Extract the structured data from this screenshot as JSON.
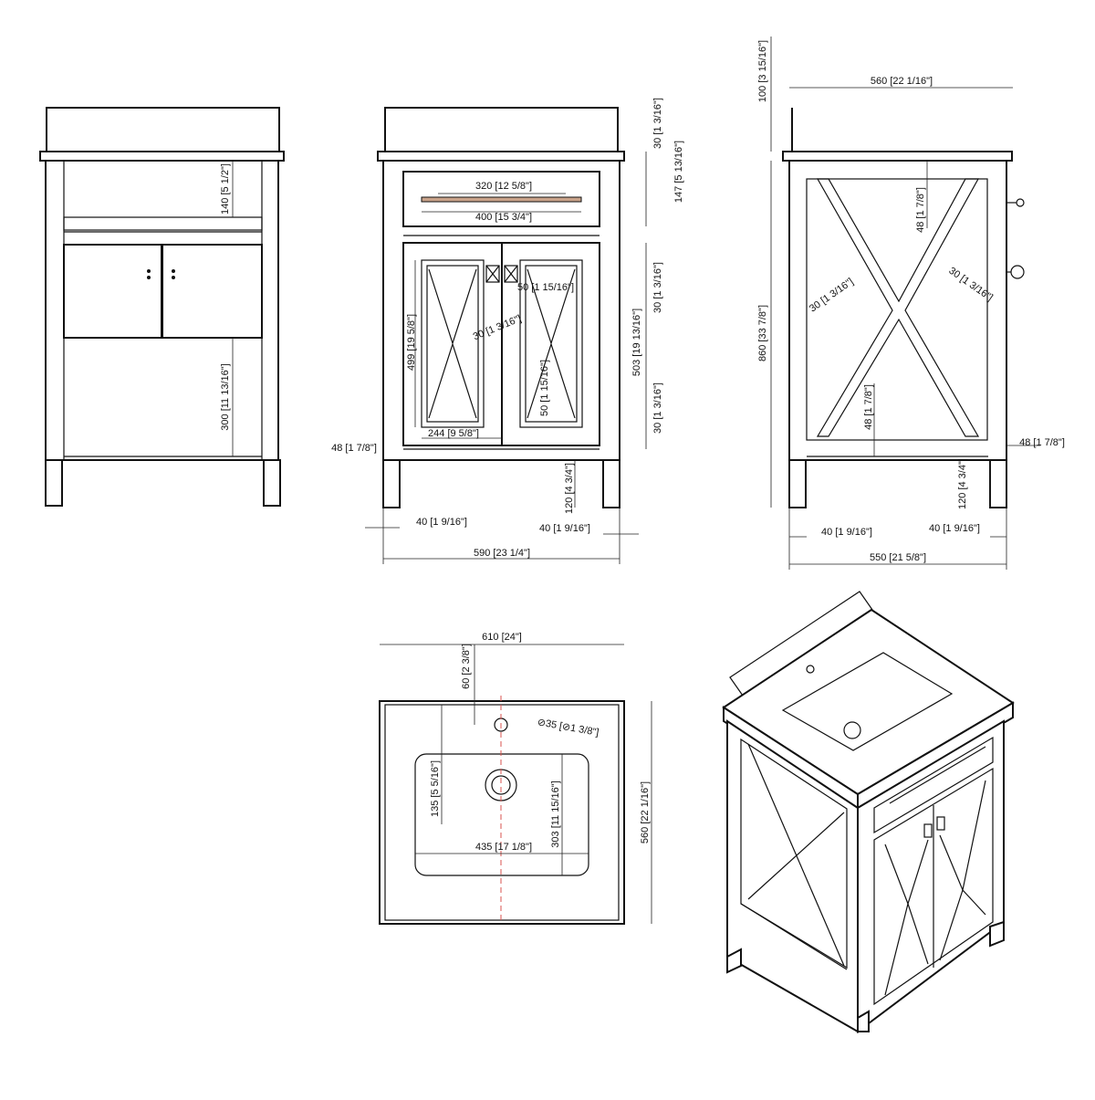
{
  "views": {
    "side_left": {
      "dims": [
        "140 [5 1/2\"]",
        "300 [11 13/16\"]"
      ]
    },
    "front": {
      "dims": [
        "30 [1 3/16\"]",
        "147 [5 13/16\"]",
        "320 [12 5/8\"]",
        "400 [15 3/4\"]",
        "30 [1 3/16\"]",
        "50 [1 15/16\"]",
        "503 [19 13/16\"]",
        "499 [19 5/8\"]",
        "30 [1 3/16\"]",
        "50 [1 15/16\"]",
        "30 [1 3/16\"]",
        "244 [9 5/8\"]",
        "48 [1 7/8\"]",
        "120 [4 3/4\"]",
        "40 [1 9/16\"]",
        "40 [1 9/16\"]",
        "590 [23 1/4\"]"
      ]
    },
    "side_right": {
      "dims": [
        "100 [3 15/16\"]",
        "560 [22 1/16\"]",
        "48 [1 7/8\"]",
        "30 [1 3/16\"]",
        "30 [1 3/16\"]",
        "860 [33 7/8\"]",
        "48 [1 7/8\"]",
        "48 [1 7/8\"]",
        "120 [4 3/4\"]",
        "40 [1 9/16\"]",
        "40 [1 9/16\"]",
        "550 [21 5/8\"]"
      ]
    },
    "top": {
      "dims": [
        "610 [24\"]",
        "60 [2 3/8\"]",
        "⊘35 [⊘1 3/8\"]",
        "135 [5 5/16\"]",
        "303 [11 15/16\"]",
        "560 [22 1/16\"]",
        "435 [17 1/8\"]"
      ]
    }
  },
  "colors": {
    "line": "#111111",
    "centerline": "#d9534f",
    "handle": "#c9a38a"
  }
}
